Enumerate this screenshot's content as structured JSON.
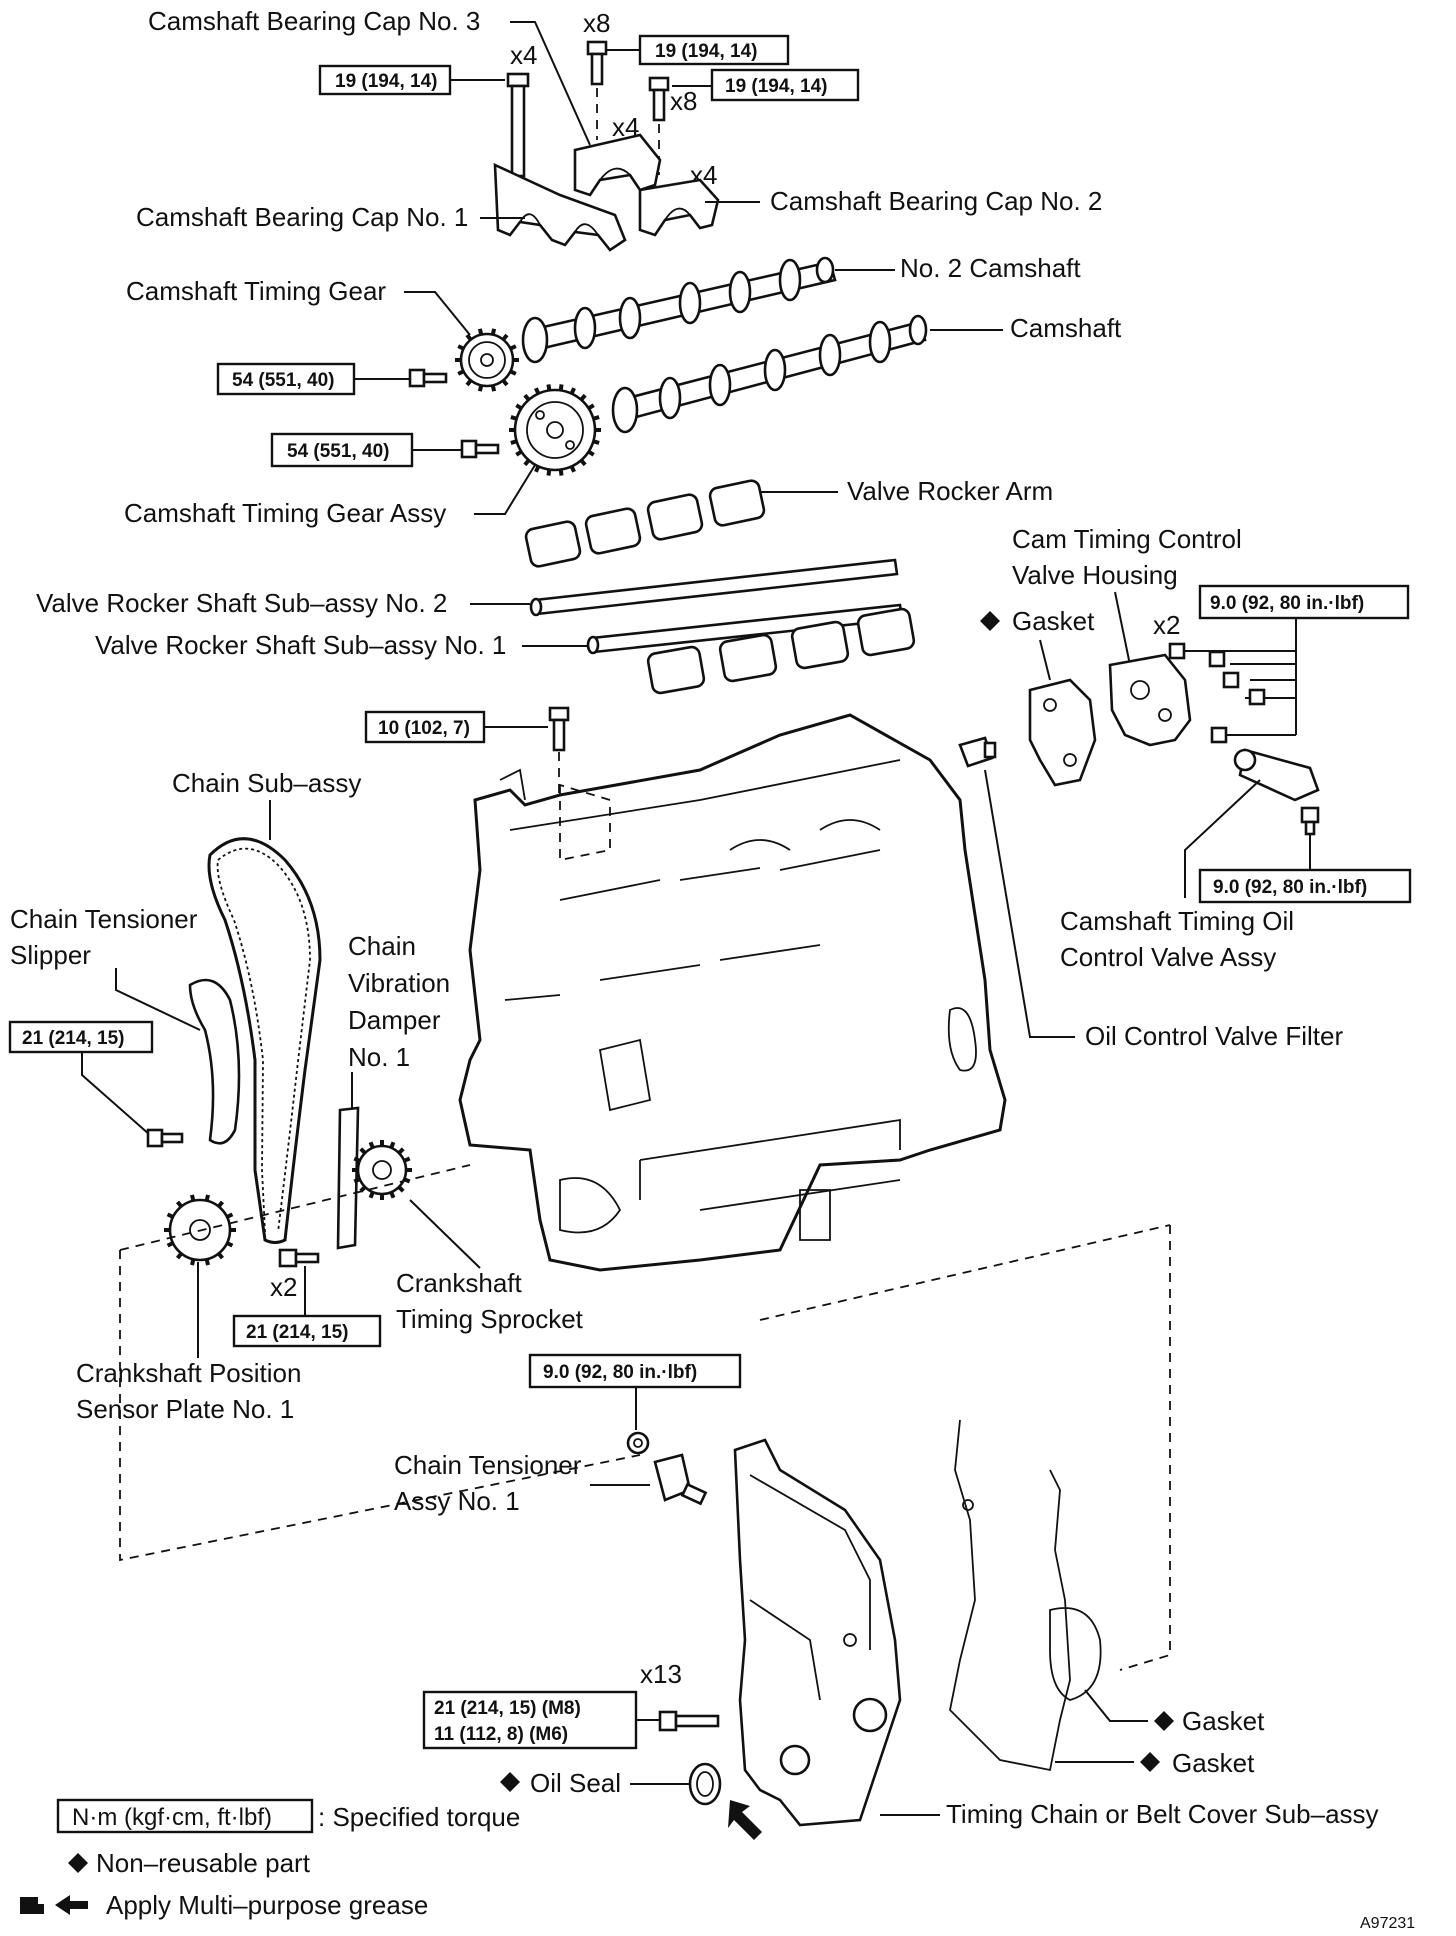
{
  "labels": {
    "cap3": "Camshaft Bearing Cap No. 3",
    "cap1": "Camshaft Bearing Cap No. 1",
    "cap2": "Camshaft Bearing Cap No. 2",
    "no2_camshaft": "No. 2 Camshaft",
    "camshaft": "Camshaft",
    "timing_gear": "Camshaft Timing Gear",
    "timing_gear_assy": "Camshaft Timing Gear Assy",
    "rocker_arm": "Valve Rocker Arm",
    "rocker_shaft2": "Valve Rocker Shaft Sub–assy No. 2",
    "rocker_shaft1": "Valve Rocker Shaft Sub–assy No. 1",
    "cam_timing_ctrl_1": "Cam Timing Control",
    "cam_timing_ctrl_2": "Valve Housing",
    "gasket_top": "Gasket",
    "chain": "Chain Sub–assy",
    "tensioner_slipper_1": "Chain Tensioner",
    "tensioner_slipper_2": "Slipper",
    "damper_1": "Chain",
    "damper_2": "Vibration",
    "damper_3": "Damper",
    "damper_4": "No. 1",
    "ocv_assy_1": "Camshaft Timing Oil",
    "ocv_assy_2": "Control Valve Assy",
    "ocv_filter": "Oil Control Valve Filter",
    "crank_sprocket_1": "Crankshaft",
    "crank_sprocket_2": "Timing Sprocket",
    "crank_sensor_1": "Crankshaft Position",
    "crank_sensor_2": "Sensor Plate No. 1",
    "tensioner_assy_1": "Chain Tensioner",
    "tensioner_assy_2": "Assy No. 1",
    "gasket_a": "Gasket",
    "gasket_b": "Gasket",
    "oil_seal": "Oil Seal",
    "cover": "Timing Chain or Belt Cover Sub–assy"
  },
  "quantities": {
    "x8_a": "x8",
    "x4_a": "x4",
    "x8_b": "x8",
    "x4_b": "x4",
    "x4_c": "x4",
    "x2_a": "x2",
    "x2_b": "x2",
    "x13": "x13"
  },
  "torques": {
    "t_cap3": "19 (194, 14)",
    "t_cap1": "19 (194, 14)",
    "t_cap2": "19 (194, 14)",
    "t_gear1": "54 (551, 40)",
    "t_gear2": "54 (551, 40)",
    "t_ctrl_housing": "9.0 (92, 80 in.·lbf)",
    "t_ocv": "9.0 (92, 80 in.·lbf)",
    "t_block": "10 (102, 7)",
    "t_slipper": "21 (214, 15)",
    "t_damper": "21 (214, 15)",
    "t_tensioner": "9.0 (92, 80 in.·lbf)",
    "t_cover_m8": "21 (214, 15) (M8)",
    "t_cover_m6": "11 (112, 8) (M6)"
  },
  "legend": {
    "unit_box": "N·m (kgf·cm, ft·lbf)",
    "unit_desc": ": Specified torque",
    "nonreusable": "Non–reusable part",
    "grease": "Apply Multi–purpose grease"
  },
  "figure_id": "A97231"
}
